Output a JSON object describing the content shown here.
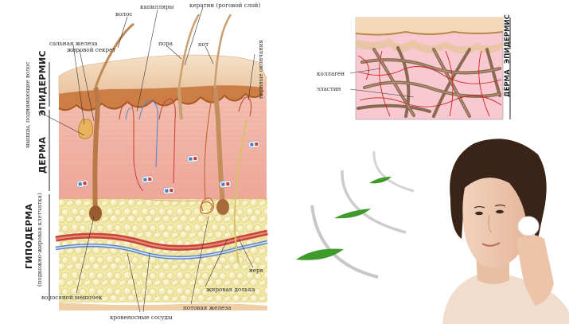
{
  "main_diagram": {
    "labels": {
      "sebaceous_gland": "сальная железа",
      "fatty_secretion": "жировой секрет",
      "hair": "волос",
      "capillaries": "капилляры",
      "keratin": "кератин (роговой слой)",
      "pore": "пора",
      "sweat": "пот",
      "nerve_endings": "нервные окончания",
      "hair_muscle": "мышцы, поднимающие волос",
      "hair_follicle": "волосяной мешочек",
      "blood_vessels": "кровеносные сосуды",
      "sweat_gland": "потовая железа",
      "fat_lobule": "жировая долька",
      "nerve": "нерв",
      "hypodermis_sub": "(подкожно-жировая клетчатка)"
    },
    "layers": {
      "epidermis": "ЭПИДЕРМИС",
      "dermis": "ДЕРМА",
      "hypodermis": "ГИПОДЕРМА"
    }
  },
  "inset_diagram": {
    "labels": {
      "collagen": "коллаген",
      "elastin": "эластин"
    },
    "layers": {
      "epidermis": "ЭПИДЕРМИС",
      "dermis": "ДЕРМА"
    }
  },
  "colors": {
    "epidermis_top": "#f1d6b6",
    "dermis": "#f2b2a4",
    "hypodermis_fat": "#f7efb8",
    "inset_dermis": "#f9c9d2",
    "collagen": "#8a6a52",
    "elastin": "#cc2222",
    "leaf": "#3f9a2c"
  }
}
